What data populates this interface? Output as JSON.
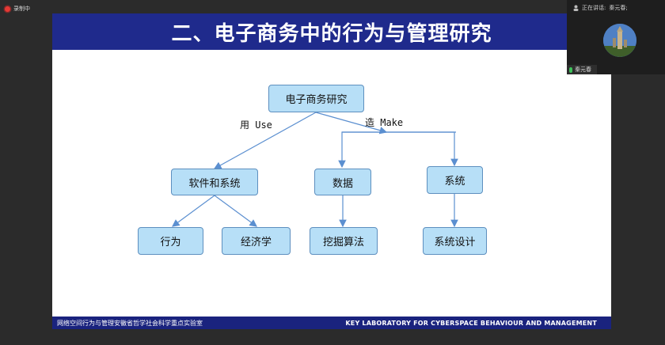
{
  "recording": {
    "label": "录制中"
  },
  "meeting_panel": {
    "speaking_prefix": "正在讲话:",
    "speaker_name": "秦元春;",
    "participant_name": "秦元春"
  },
  "slide": {
    "title": "二、电子商务中的行为与管理研究",
    "diagram": {
      "root": "电子商务研究",
      "edge_use": "用 Use",
      "edge_make": "造 Make",
      "nodes": {
        "software": "软件和系统",
        "data": "数据",
        "system": "系统",
        "behavior": "行为",
        "economics": "经济学",
        "mining": "挖掘算法",
        "system_design": "系统设计"
      }
    },
    "footer": {
      "left": "网络空间行为与管理安徽省哲学社会科学重点实验室",
      "right": "KEY LABORATORY FOR CYBERSPACE BEHAVIOUR AND MANAGEMENT"
    }
  },
  "colors": {
    "title_bar": "#1f2a8c",
    "node_fill": "#b7dff7",
    "node_border": "#5d8fbf",
    "arrow": "#5b8fd0"
  }
}
